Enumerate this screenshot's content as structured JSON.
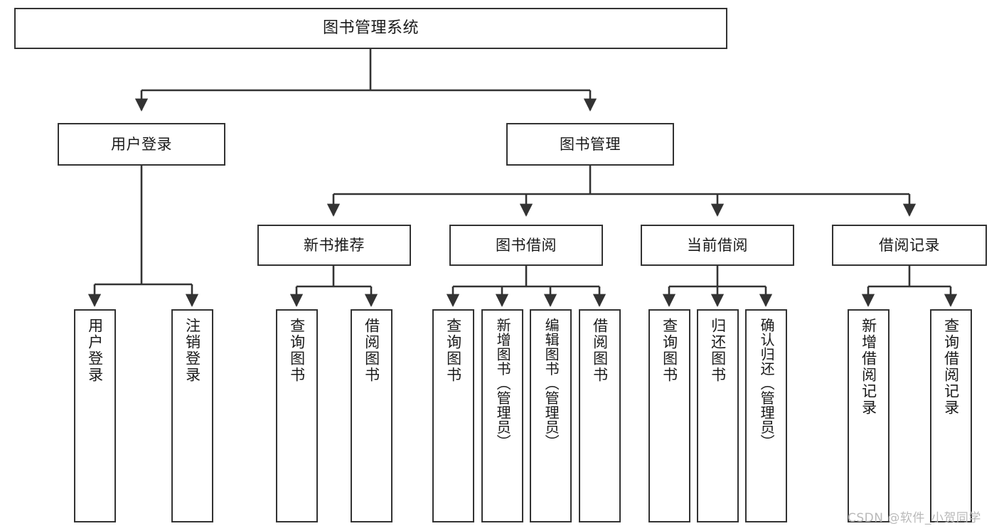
{
  "diagram": {
    "title": "图书管理系统",
    "type": "hierarchy-tree",
    "root": {
      "label": "图书管理系统"
    },
    "level1": [
      {
        "label": "用户登录"
      },
      {
        "label": "图书管理"
      }
    ],
    "level2": [
      {
        "label": "新书推荐"
      },
      {
        "label": "图书借阅"
      },
      {
        "label": "当前借阅"
      },
      {
        "label": "借阅记录"
      }
    ],
    "leaves": {
      "user_login": [
        {
          "label": "用户登录"
        },
        {
          "label": "注销登录"
        }
      ],
      "new_book_recommend": [
        {
          "label": "查询图书"
        },
        {
          "label": "借阅图书"
        }
      ],
      "book_borrow": [
        {
          "label": "查询图书"
        },
        {
          "label": "新增图书（管理员）"
        },
        {
          "label": "编辑图书（管理员）"
        },
        {
          "label": "借阅图书"
        }
      ],
      "current_borrow": [
        {
          "label": "查询图书"
        },
        {
          "label": "归还图书"
        },
        {
          "label": "确认归还（管理员）"
        }
      ],
      "borrow_record": [
        {
          "label": "新增借阅记录"
        },
        {
          "label": "查询借阅记录"
        }
      ]
    }
  },
  "watermark": {
    "text": "CSDN @软件_小贺同学"
  },
  "colors": {
    "box_border": "#333333",
    "box_fill": "#ffffff",
    "edge": "#333333",
    "text": "#1a1a1a",
    "watermark": "#b9b9b9"
  }
}
